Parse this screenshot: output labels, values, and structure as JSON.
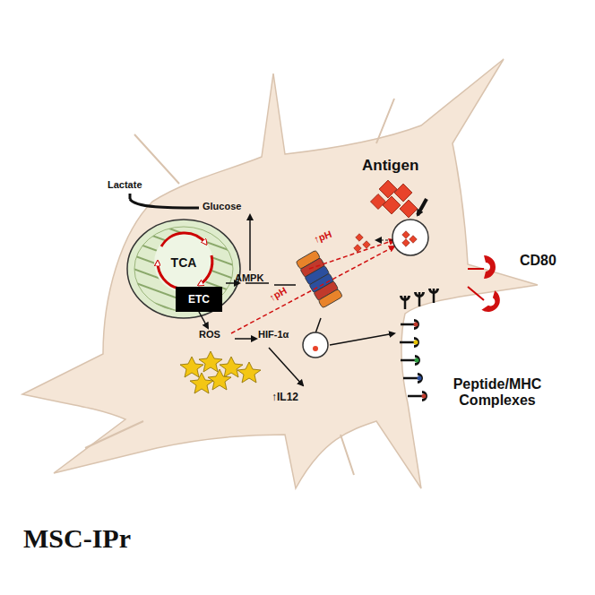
{
  "diagram": {
    "nodes": [
      {
        "text": [
          "TCA"
        ]
      },
      {
        "text": [
          "ETC"
        ]
      }
    ],
    "labels": [
      "Lactate",
      "Glucose",
      "AMPK",
      "ROS",
      "HIF-1α",
      "↑IL12",
      "↑pH",
      "↑pH",
      "Antigen",
      "CD80",
      "Peptide/MHC Complexes",
      "MSC-IPr"
    ]
  }
}
